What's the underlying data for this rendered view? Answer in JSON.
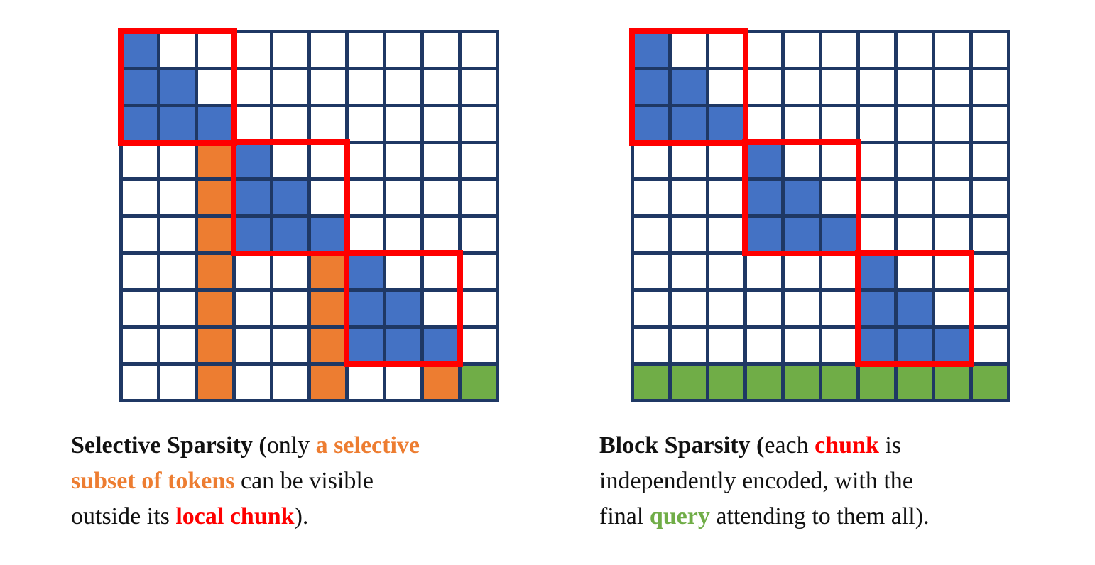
{
  "figure": {
    "colors": {
      "blue": "#4472C4",
      "orange": "#ED7D31",
      "green": "#70AD47",
      "red": "#FF0000",
      "grid_line": "#1F3864",
      "empty_cell": "#FFFFFF",
      "text": "#111111"
    },
    "cell_code_legend": {
      "B": "blue attended-token cell",
      "O": "orange selected-token cell",
      "G": "green query cell",
      ".": "empty white cell"
    },
    "panels": [
      {
        "id": "selective-sparsity",
        "grid": {
          "rows": 10,
          "cols": 10,
          "cell_codes": [
            "B.........",
            "BB........",
            "BBB.......",
            "..OB......",
            "..OBB.....",
            "..OBBB....",
            "..O..OB...",
            "..O..OBB..",
            "..O..OBBB.",
            "..O..O..OG"
          ],
          "chunk_boxes": [
            {
              "row": 0,
              "col": 0,
              "span": 3
            },
            {
              "row": 3,
              "col": 3,
              "span": 3
            },
            {
              "row": 6,
              "col": 6,
              "span": 3
            }
          ]
        },
        "caption_lines": [
          [
            {
              "text": "Selective Sparsity (",
              "style": "bold-black"
            },
            {
              "text": "only ",
              "style": "black"
            },
            {
              "text": "a selective",
              "style": "bold-orange"
            }
          ],
          [
            {
              "text": "subset of tokens",
              "style": "bold-orange"
            },
            {
              "text": " can be visible",
              "style": "black"
            }
          ],
          [
            {
              "text": "outside its ",
              "style": "black"
            },
            {
              "text": "local chunk",
              "style": "bold-red"
            },
            {
              "text": ").",
              "style": "black"
            }
          ]
        ]
      },
      {
        "id": "block-sparsity",
        "grid": {
          "rows": 10,
          "cols": 10,
          "cell_codes": [
            "B.........",
            "BB........",
            "BBB.......",
            "...B......",
            "...BB.....",
            "...BBB....",
            "......B...",
            "......BB..",
            "......BBB.",
            "GGGGGGGGGG"
          ],
          "chunk_boxes": [
            {
              "row": 0,
              "col": 0,
              "span": 3
            },
            {
              "row": 3,
              "col": 3,
              "span": 3
            },
            {
              "row": 6,
              "col": 6,
              "span": 3
            }
          ]
        },
        "caption_lines": [
          [
            {
              "text": "Block Sparsity (",
              "style": "bold-black"
            },
            {
              "text": "each ",
              "style": "black"
            },
            {
              "text": "chunk",
              "style": "bold-red"
            },
            {
              "text": " is",
              "style": "black"
            }
          ],
          [
            {
              "text": "independently encoded, with the",
              "style": "black"
            }
          ],
          [
            {
              "text": "final ",
              "style": "black"
            },
            {
              "text": "query",
              "style": "bold-green"
            },
            {
              "text": " attending to them all).",
              "style": "black"
            }
          ]
        ]
      }
    ]
  }
}
